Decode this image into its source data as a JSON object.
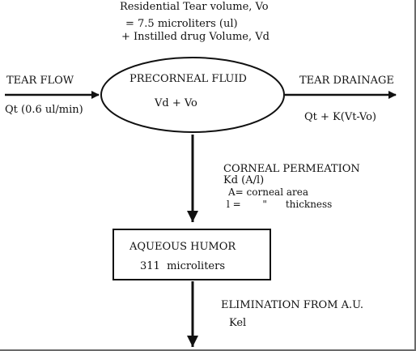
{
  "residential": {
    "line1": "Residential Tear volume, Vo",
    "line2": "= 7.5 microliters (ul)",
    "line3": "+ Instilled drug Volume, Vd"
  },
  "tear_flow": {
    "label": "TEAR FLOW",
    "rate": "Qt (0.6 ul/min)"
  },
  "precorneal": {
    "title": "PRECORNEAL FLUID",
    "formula": "Vd + Vo"
  },
  "tear_drainage": {
    "label": "TEAR DRAINAGE",
    "formula": "Qt + K(Vt-Vo)"
  },
  "corneal_permeation": {
    "label": "CORNEAL PERMEATION",
    "formula": "Kd (A/l)",
    "area_def": "A= corneal area",
    "thickness_def": "l =       \"      thickness"
  },
  "aqueous_humor": {
    "title": "AQUEOUS HUMOR",
    "volume": "311  microliters"
  },
  "elimination": {
    "label": "ELIMINATION FROM A.U.",
    "rate": "Kel"
  },
  "colors": {
    "ink": "#111111",
    "frame": "#6a6a6a"
  }
}
